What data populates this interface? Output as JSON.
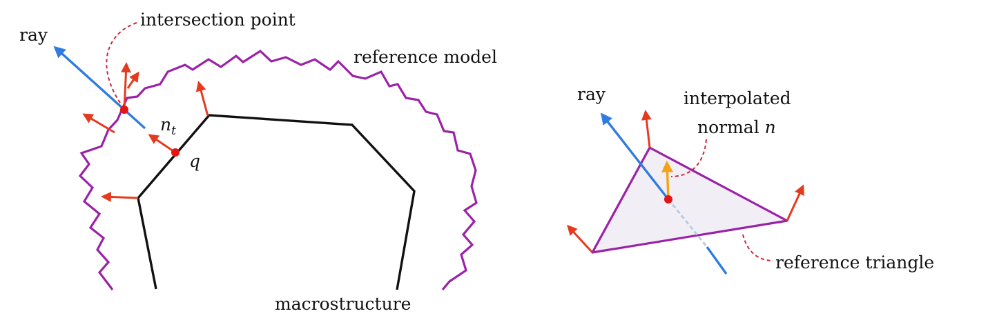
{
  "left_panel": {
    "ray_label": "ray",
    "intersection_label": "intersection point",
    "reference_model_label": "reference model",
    "normal_label": "n",
    "normal_subscript": "t",
    "point_label": "q",
    "macrostructure_label": "macrostructure"
  },
  "right_panel": {
    "ray_label": "ray",
    "interpolated_line1": "interpolated",
    "interpolated_line2": "normal",
    "normal_symbol": "n",
    "reference_triangle_label": "reference triangle"
  },
  "colors": {
    "ray": "#2f7be0",
    "normal_arrow": "#e53a1e",
    "interpolated_arrow": "#f2a31a",
    "reference": "#9b21a8",
    "macrostructure": "#111111",
    "point": "#e31414",
    "dashed_leader": "#d0243a",
    "triangle_fill": "#f2eef6"
  }
}
